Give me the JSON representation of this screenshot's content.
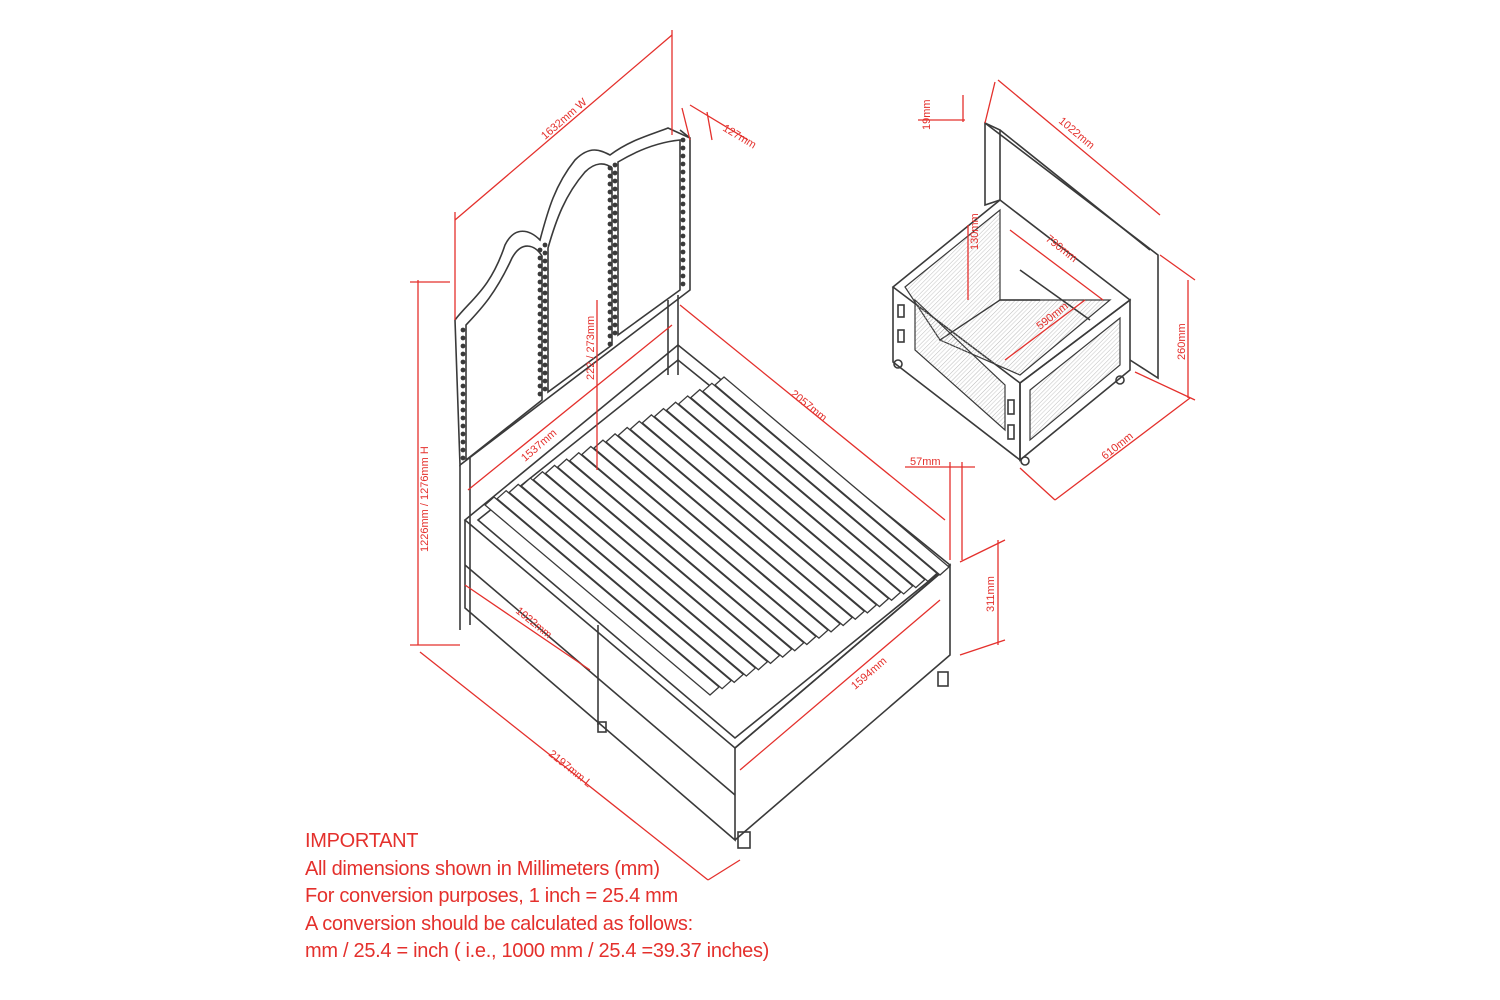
{
  "dimensions": {
    "width": "1632mm W",
    "headboard_depth": "127mm",
    "height": "1226mm / 1276mm H",
    "headboard_clearance": "222 / 273mm",
    "inner_width": "1537mm",
    "inner_length": "2057mm",
    "rail_width": "57mm",
    "frame_height": "311mm",
    "side_drawer_opening": "1022mm",
    "footboard_length": "1594mm",
    "length": "2197mm L",
    "drawer_panel_thickness": "19mm",
    "drawer_length": "1022mm",
    "drawer_inner_length": "790mm",
    "drawer_inner_height": "130mm",
    "drawer_inner_width": "590mm",
    "drawer_height": "260mm",
    "drawer_width": "610mm"
  },
  "notes": {
    "title": "IMPORTANT",
    "line1": "All dimensions shown in Millimeters (mm)",
    "line2": "For conversion purposes, 1 inch = 25.4 mm",
    "line3": "A conversion should be calculated as follows:",
    "line4": "mm / 25.4 = inch ( i.e., 1000 mm / 25.4 =39.37 inches)"
  },
  "colors": {
    "dimension": "#e4302c",
    "line": "#3a3a3a"
  }
}
